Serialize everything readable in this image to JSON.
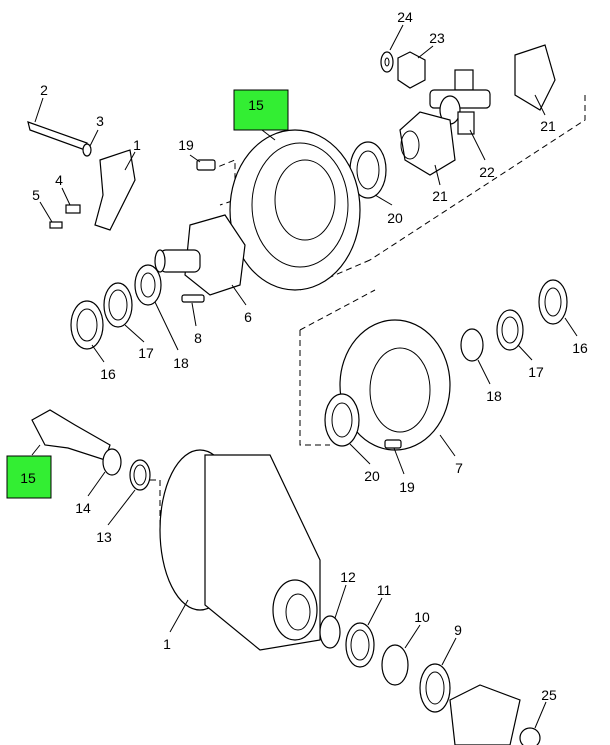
{
  "diagram": {
    "highlight_color": "#33ee33",
    "callouts": {
      "c24": "24",
      "c23": "23",
      "c21a": "21",
      "c22": "22",
      "c21b": "21",
      "c20a": "20",
      "c15a": "15",
      "c19a": "19",
      "c2": "2",
      "c3": "3",
      "c1a": "1",
      "c4": "4",
      "c5": "5",
      "c6": "6",
      "c8": "8",
      "c16a": "16",
      "c17a": "17",
      "c18a": "18",
      "c16b": "16",
      "c17b": "17",
      "c18b": "18",
      "c20b": "20",
      "c19b": "19",
      "c7": "7",
      "c15b": "15",
      "c14": "14",
      "c13": "13",
      "c1b": "1",
      "c12": "12",
      "c11": "11",
      "c10": "10",
      "c9": "9",
      "c25": "25"
    }
  }
}
